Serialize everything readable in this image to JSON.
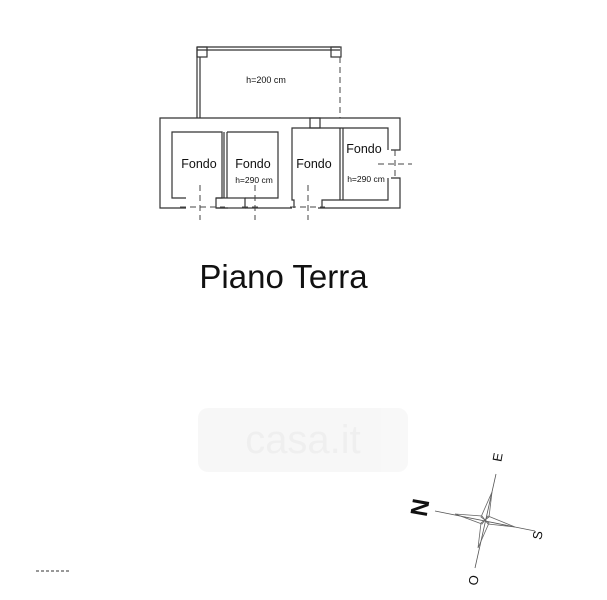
{
  "plan": {
    "room_labels": [
      "Fondo",
      "Fondo",
      "Fondo",
      "Fondo"
    ],
    "heights": {
      "upper": "h=200 cm",
      "room2": "h=290 cm",
      "room4": "h=290 cm"
    },
    "title": "Piano Terra"
  },
  "watermark": "casa.it",
  "compass": {
    "n": "N",
    "e": "E",
    "s": "S",
    "o": "O"
  }
}
